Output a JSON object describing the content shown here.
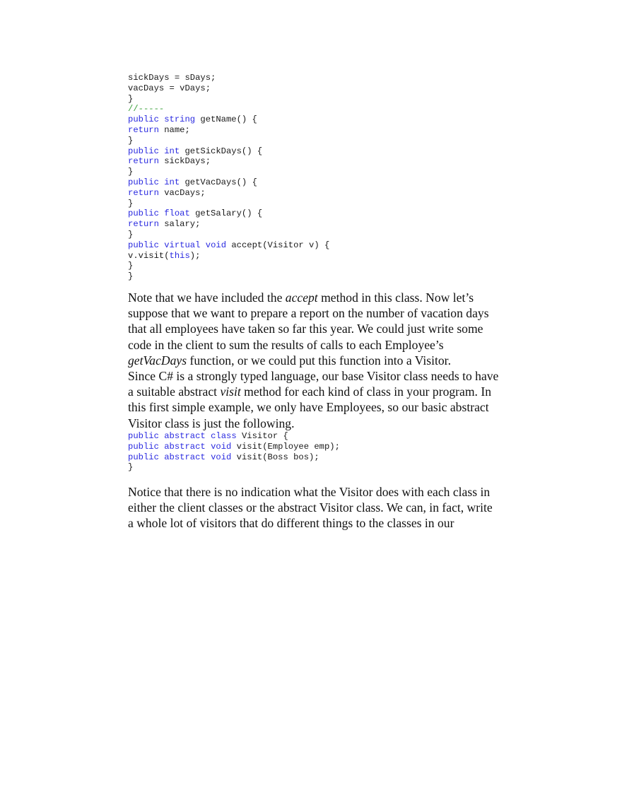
{
  "document": {
    "code_block_1": {
      "lines": [
        {
          "indent": "       ",
          "parts": [
            {
              "t": "sickDays = sDays;",
              "c": ""
            }
          ]
        },
        {
          "indent": "       ",
          "parts": [
            {
              "t": "vacDays = vDays;",
              "c": ""
            }
          ]
        },
        {
          "indent": "",
          "parts": [
            {
              "t": "}",
              "c": ""
            }
          ]
        },
        {
          "indent": "",
          "parts": [
            {
              "t": "//-----",
              "c": "cm"
            }
          ]
        },
        {
          "indent": "",
          "parts": [
            {
              "t": "public",
              "c": "kw"
            },
            {
              "t": " ",
              "c": ""
            },
            {
              "t": "string",
              "c": "kw"
            },
            {
              "t": " getName() {",
              "c": ""
            }
          ]
        },
        {
          "indent": "       ",
          "parts": [
            {
              "t": "return",
              "c": "kw"
            },
            {
              "t": " name;",
              "c": ""
            }
          ]
        },
        {
          "indent": "",
          "parts": [
            {
              "t": "}",
              "c": ""
            }
          ]
        },
        {
          "indent": "",
          "parts": [
            {
              "t": "public",
              "c": "kw"
            },
            {
              "t": " ",
              "c": ""
            },
            {
              "t": "int",
              "c": "kw"
            },
            {
              "t": " getSickDays() {",
              "c": ""
            }
          ]
        },
        {
          "indent": "       ",
          "parts": [
            {
              "t": "return",
              "c": "kw"
            },
            {
              "t": " sickDays;",
              "c": ""
            }
          ]
        },
        {
          "indent": "",
          "parts": [
            {
              "t": "}",
              "c": ""
            }
          ]
        },
        {
          "indent": "",
          "parts": [
            {
              "t": "public",
              "c": "kw"
            },
            {
              "t": " ",
              "c": ""
            },
            {
              "t": "int",
              "c": "kw"
            },
            {
              "t": " getVacDays() {",
              "c": ""
            }
          ]
        },
        {
          "indent": "       ",
          "parts": [
            {
              "t": "return",
              "c": "kw"
            },
            {
              "t": " vacDays;",
              "c": ""
            }
          ]
        },
        {
          "indent": "",
          "parts": [
            {
              "t": "}",
              "c": ""
            }
          ]
        },
        {
          "indent": "",
          "parts": [
            {
              "t": "public",
              "c": "kw"
            },
            {
              "t": " ",
              "c": ""
            },
            {
              "t": "float",
              "c": "kw"
            },
            {
              "t": " getSalary() {",
              "c": ""
            }
          ]
        },
        {
          "indent": "       ",
          "parts": [
            {
              "t": "return",
              "c": "kw"
            },
            {
              "t": " salary;",
              "c": ""
            }
          ]
        },
        {
          "indent": "",
          "parts": [
            {
              "t": "}",
              "c": ""
            }
          ]
        },
        {
          "indent": "",
          "parts": [
            {
              "t": "public",
              "c": "kw"
            },
            {
              "t": " ",
              "c": ""
            },
            {
              "t": "virtual",
              "c": "kw"
            },
            {
              "t": " ",
              "c": ""
            },
            {
              "t": "void",
              "c": "kw"
            },
            {
              "t": " accept(Visitor v) {",
              "c": ""
            }
          ]
        },
        {
          "indent": "       ",
          "parts": [
            {
              "t": "v.visit(",
              "c": ""
            },
            {
              "t": "this",
              "c": "kw"
            },
            {
              "t": ");",
              "c": ""
            }
          ]
        },
        {
          "indent": "",
          "parts": [
            {
              "t": "}",
              "c": ""
            }
          ]
        },
        {
          "indent": "",
          "parts": [
            {
              "t": "}",
              "c": ""
            }
          ]
        }
      ]
    },
    "paragraph_1": {
      "lines": [
        [
          {
            "t": "Note that we have included the ",
            "i": false
          },
          {
            "t": "accept",
            "i": true
          },
          {
            "t": " method in this class. Now let’s",
            "i": false
          }
        ],
        [
          {
            "t": "suppose that we want to prepare a report on the number of vacation days",
            "i": false
          }
        ],
        [
          {
            "t": "that all employees have taken so far this year. We could just write some",
            "i": false
          }
        ],
        [
          {
            "t": "code in the client to sum the results of calls to each Employee’s",
            "i": false
          }
        ],
        [
          {
            "t": "getVacDays",
            "i": true
          },
          {
            "t": " function, or we could put this function into a Visitor.",
            "i": false
          }
        ]
      ]
    },
    "paragraph_2": {
      "lines": [
        [
          {
            "t": "Since C# is a strongly typed language, our base Visitor class needs to have",
            "i": false
          }
        ],
        [
          {
            "t": "a suitable abstract ",
            "i": false
          },
          {
            "t": "visit",
            "i": true
          },
          {
            "t": " method for each kind of class in your program. In",
            "i": false
          }
        ],
        [
          {
            "t": "this first simple example, we only have Employees, so our basic abstract",
            "i": false
          }
        ],
        [
          {
            "t": "Visitor class is just the following.",
            "i": false
          }
        ]
      ]
    },
    "code_block_2": {
      "lines": [
        {
          "indent": "",
          "parts": [
            {
              "t": "public",
              "c": "kw"
            },
            {
              "t": " ",
              "c": ""
            },
            {
              "t": "abstract",
              "c": "kw"
            },
            {
              "t": " ",
              "c": ""
            },
            {
              "t": "class",
              "c": "kw"
            },
            {
              "t": " Visitor     {",
              "c": ""
            }
          ]
        },
        {
          "indent": "               ",
          "parts": [
            {
              "t": "public",
              "c": "kw"
            },
            {
              "t": " ",
              "c": ""
            },
            {
              "t": "abstract",
              "c": "kw"
            },
            {
              "t": " ",
              "c": ""
            },
            {
              "t": "void",
              "c": "kw"
            },
            {
              "t": " visit(Employee emp);",
              "c": ""
            }
          ]
        },
        {
          "indent": "               ",
          "parts": [
            {
              "t": "public",
              "c": "kw"
            },
            {
              "t": " ",
              "c": ""
            },
            {
              "t": "abstract",
              "c": "kw"
            },
            {
              "t": " ",
              "c": ""
            },
            {
              "t": "void",
              "c": "kw"
            },
            {
              "t": " visit(Boss bos);",
              "c": ""
            }
          ]
        },
        {
          "indent": "",
          "parts": [
            {
              "t": "}",
              "c": ""
            }
          ]
        }
      ]
    },
    "paragraph_3": {
      "lines": [
        [
          {
            "t": "Notice that there is no indication what the Visitor does with each class in",
            "i": false
          }
        ],
        [
          {
            "t": "either the client classes or the abstract Visitor class. We can, in fact, write",
            "i": false
          }
        ],
        [
          {
            "t": "a whole lot of visitors that do different things to the classes in our",
            "i": false
          }
        ]
      ]
    },
    "colors": {
      "keyword": "#2a2ae0",
      "comment": "#3aa03a",
      "text": "#111111",
      "background": "#ffffff"
    }
  }
}
